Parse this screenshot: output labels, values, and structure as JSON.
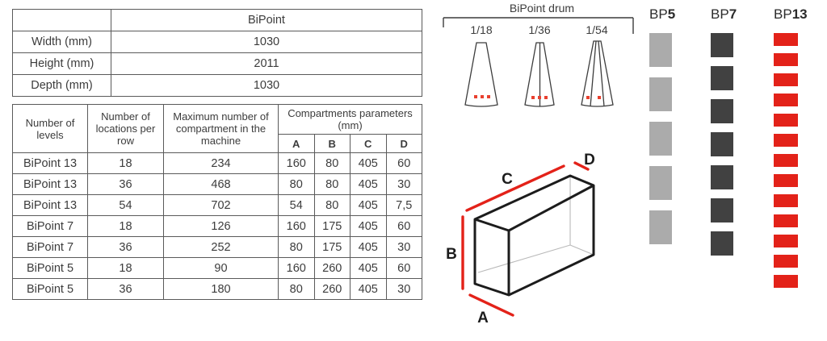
{
  "colors": {
    "brand_red_text": "#ee5a52",
    "block_red": "#e32219",
    "block_gray_light": "#ababab",
    "block_gray_dark": "#414141",
    "line": "#3c3c3c",
    "table_border": "#5a5a5a"
  },
  "spec_table": {
    "corner": "",
    "brand": "BiPoint",
    "rows": [
      {
        "label": "Width (mm)",
        "value": "1030"
      },
      {
        "label": "Height (mm)",
        "value": "2011"
      },
      {
        "label": "Depth (mm)",
        "value": "1030"
      }
    ]
  },
  "config_table": {
    "headers": {
      "levels": "Number of levels",
      "locations": "Number of locations per row",
      "max": "Maximum number of compartment in the machine",
      "compartments": "Compartments parameters (mm)",
      "a": "A",
      "b": "B",
      "c": "C",
      "d": "D"
    },
    "rows": [
      {
        "levels": "BiPoint 13",
        "locations": "18",
        "max": "234",
        "a": "160",
        "b": "80",
        "c": "405",
        "d": "60"
      },
      {
        "levels": "BiPoint 13",
        "locations": "36",
        "max": "468",
        "a": "80",
        "b": "80",
        "c": "405",
        "d": "30"
      },
      {
        "levels": "BiPoint 13",
        "locations": "54",
        "max": "702",
        "a": "54",
        "b": "80",
        "c": "405",
        "d": "7,5"
      },
      {
        "levels": "BiPoint 7",
        "locations": "18",
        "max": "126",
        "a": "160",
        "b": "175",
        "c": "405",
        "d": "60"
      },
      {
        "levels": "BiPoint 7",
        "locations": "36",
        "max": "252",
        "a": "80",
        "b": "175",
        "c": "405",
        "d": "30"
      },
      {
        "levels": "BiPoint 5",
        "locations": "18",
        "max": "90",
        "a": "160",
        "b": "260",
        "c": "405",
        "d": "60"
      },
      {
        "levels": "BiPoint 5",
        "locations": "36",
        "max": "180",
        "a": "80",
        "b": "260",
        "c": "405",
        "d": "30"
      }
    ]
  },
  "drum": {
    "title": "BiPoint drum",
    "segments": [
      {
        "label": "1/18",
        "divisions": 1,
        "dots": 3
      },
      {
        "label": "1/36",
        "divisions": 2,
        "dots": 3
      },
      {
        "label": "1/54",
        "divisions": 3,
        "dots": 2
      }
    ]
  },
  "box_diagram": {
    "dimension_labels": {
      "a": "A",
      "b": "B",
      "c": "C",
      "d": "D"
    }
  },
  "bar_columns": [
    {
      "prefix": "BP",
      "number": "5",
      "count": 5,
      "color": "#ababab",
      "block_height": 42,
      "gap": 13
    },
    {
      "prefix": "BP",
      "number": "7",
      "count": 7,
      "color": "#414141",
      "block_height": 30,
      "gap": 11
    },
    {
      "prefix": "BP",
      "number": "13",
      "count": 13,
      "color": "#e32219",
      "block_height": 16,
      "gap": 9
    }
  ]
}
